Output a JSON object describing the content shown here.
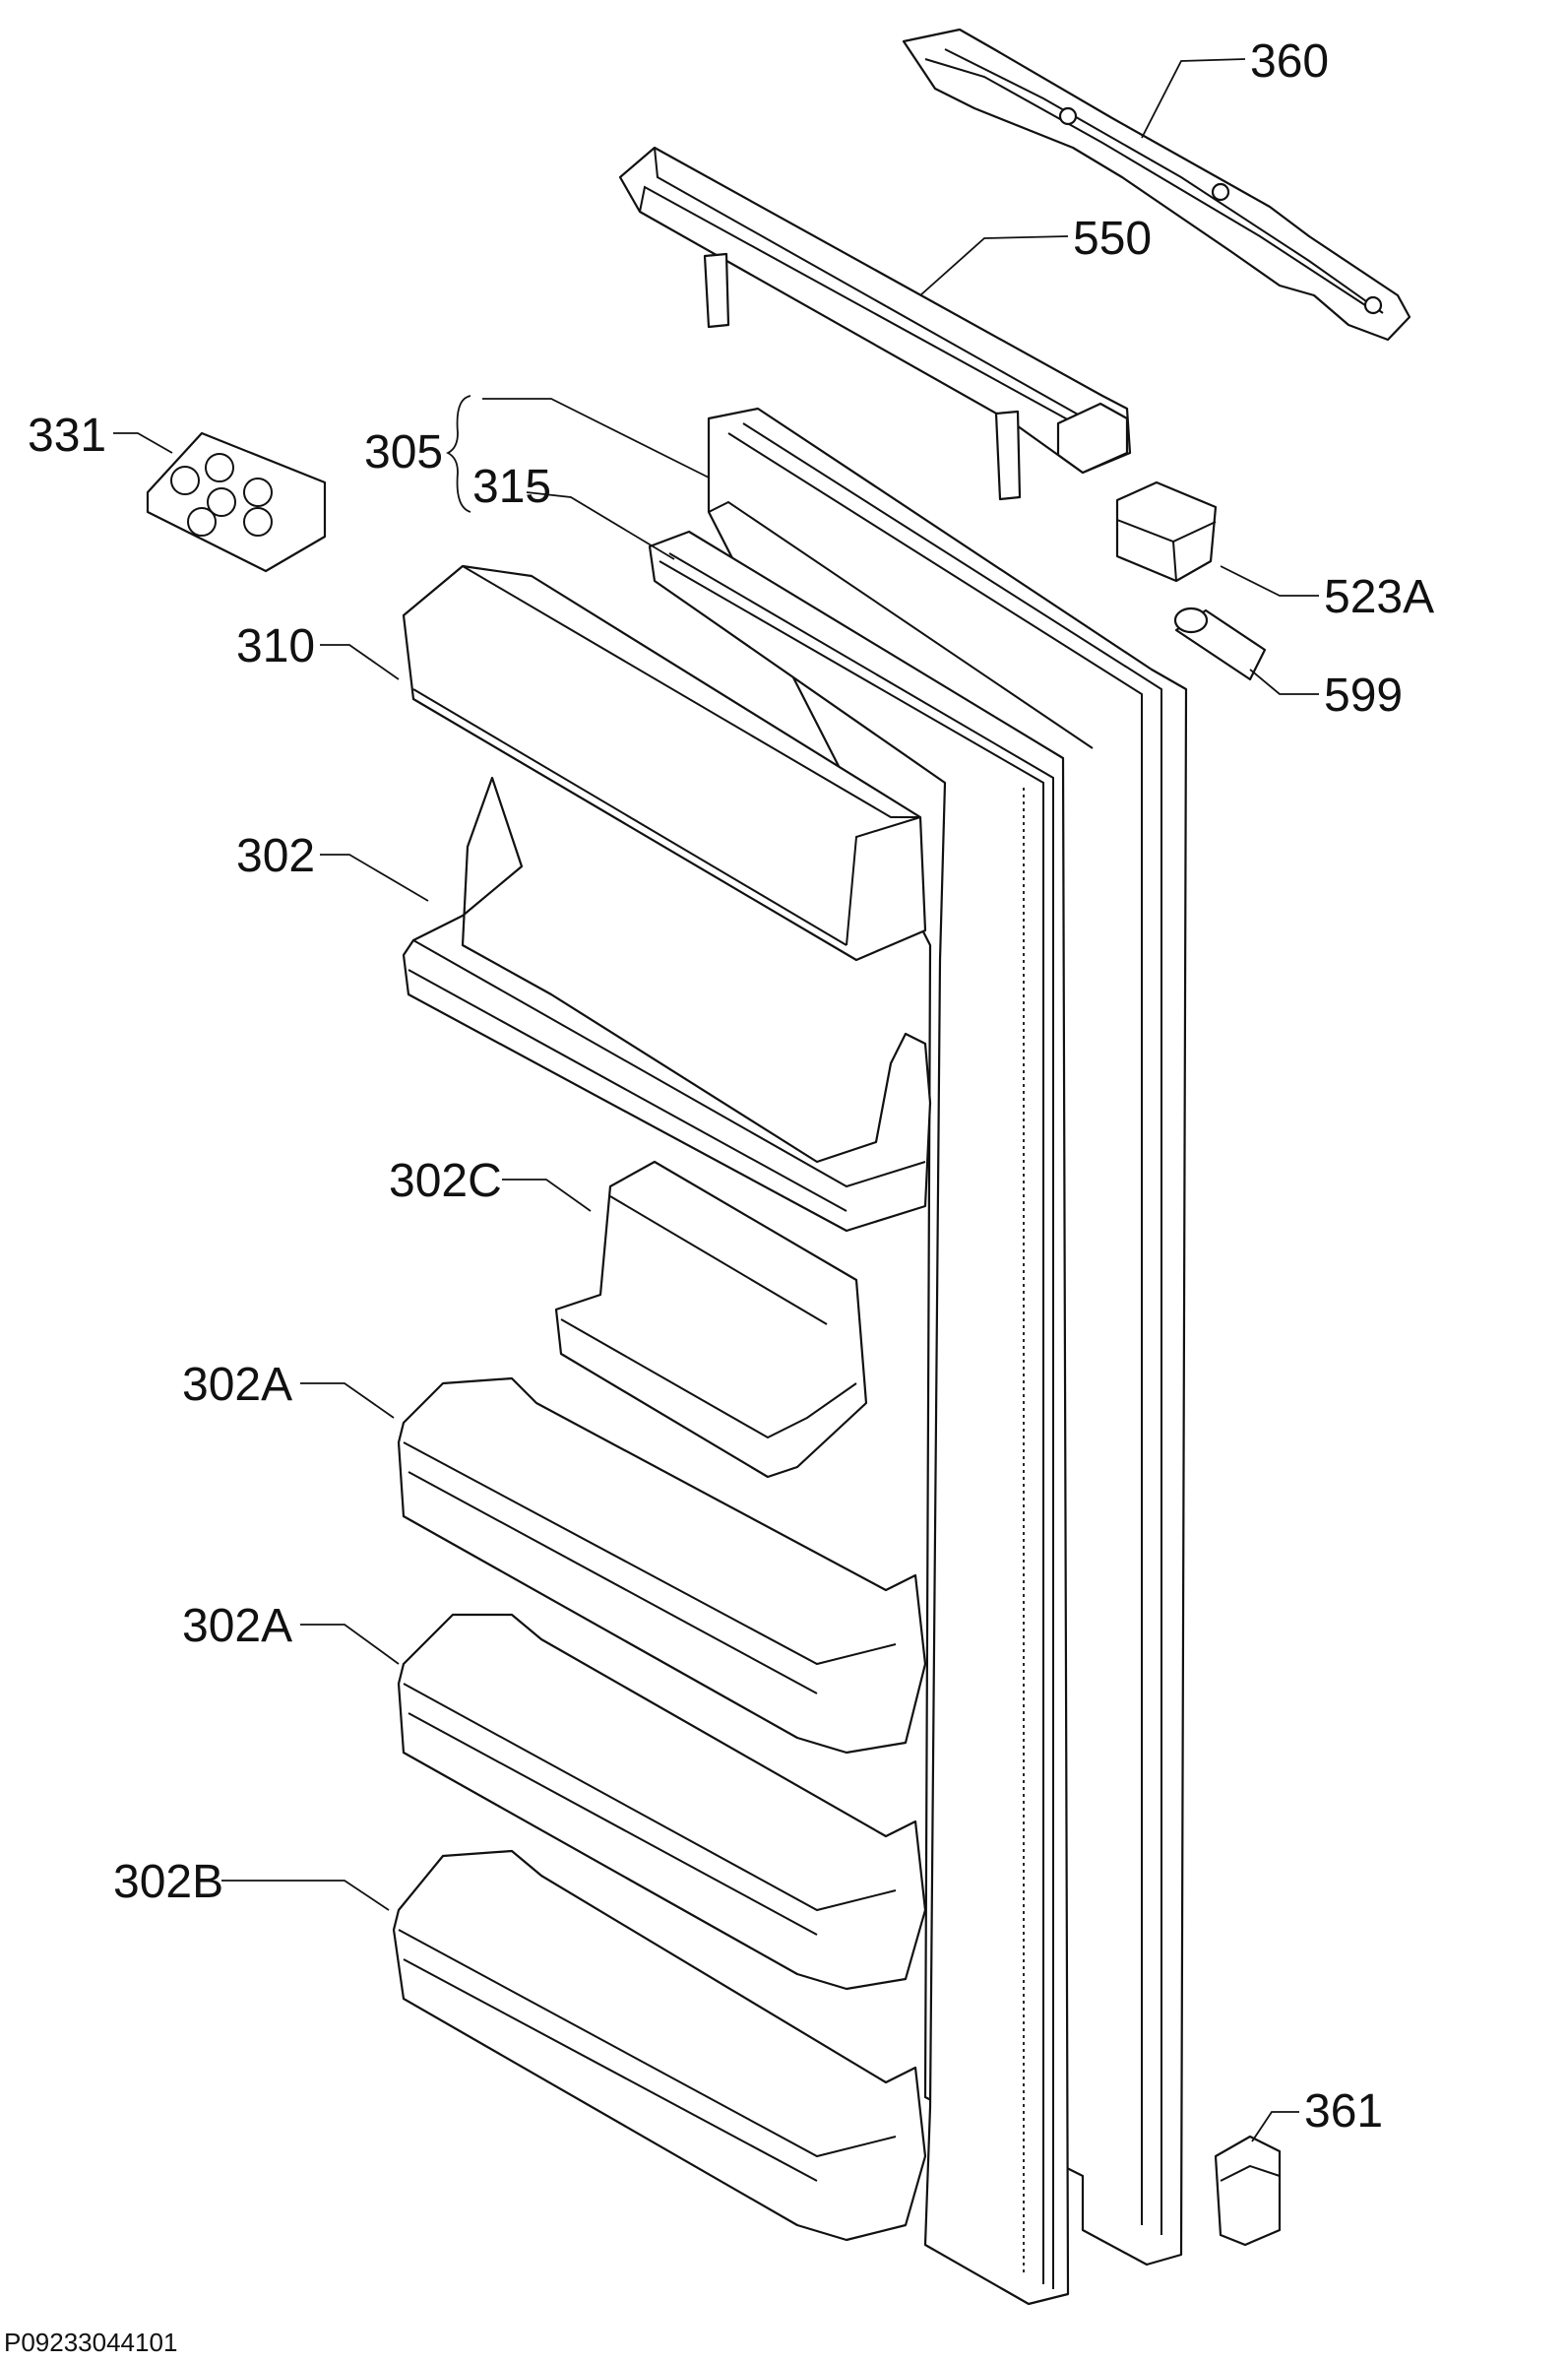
{
  "diagram": {
    "reference": "P09233044101",
    "labels": {
      "l360": "360",
      "l550": "550",
      "l331": "331",
      "l305": "305",
      "l315": "315",
      "l523a": "523A",
      "l310": "310",
      "l599": "599",
      "l302": "302",
      "l302c": "302C",
      "l302a_1": "302A",
      "l302a_2": "302A",
      "l302b": "302B",
      "l361": "361"
    }
  }
}
